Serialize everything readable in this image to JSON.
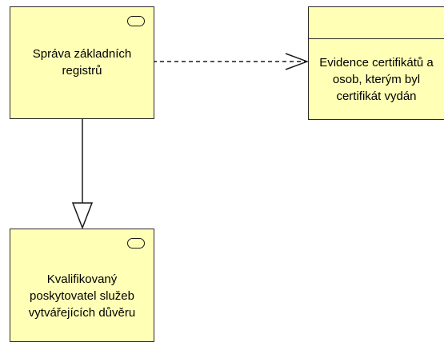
{
  "diagram": {
    "nodes": {
      "sprava": {
        "line1": "Správa základních",
        "line2": "registrů",
        "icon": "business-service-icon"
      },
      "evidence": {
        "line1": "Evidence certifikátů a",
        "line2": "osob, kterým byl",
        "line3": "certifikát vydán"
      },
      "kvalifikovany": {
        "line1": "Kvalifikovaný",
        "line2": "poskytovatel služeb",
        "line3": "vytvářejících důvěru",
        "icon": "business-service-icon"
      }
    },
    "relationships": [
      {
        "type": "access",
        "from": "sprava",
        "to": "evidence",
        "style": "dashed"
      },
      {
        "type": "specialization",
        "from": "sprava",
        "to": "kvalifikovany",
        "style": "solid"
      }
    ],
    "colors": {
      "node_fill": "#ffffb5",
      "node_border": "#2a2a2a",
      "line": "#1a1a1a"
    }
  }
}
